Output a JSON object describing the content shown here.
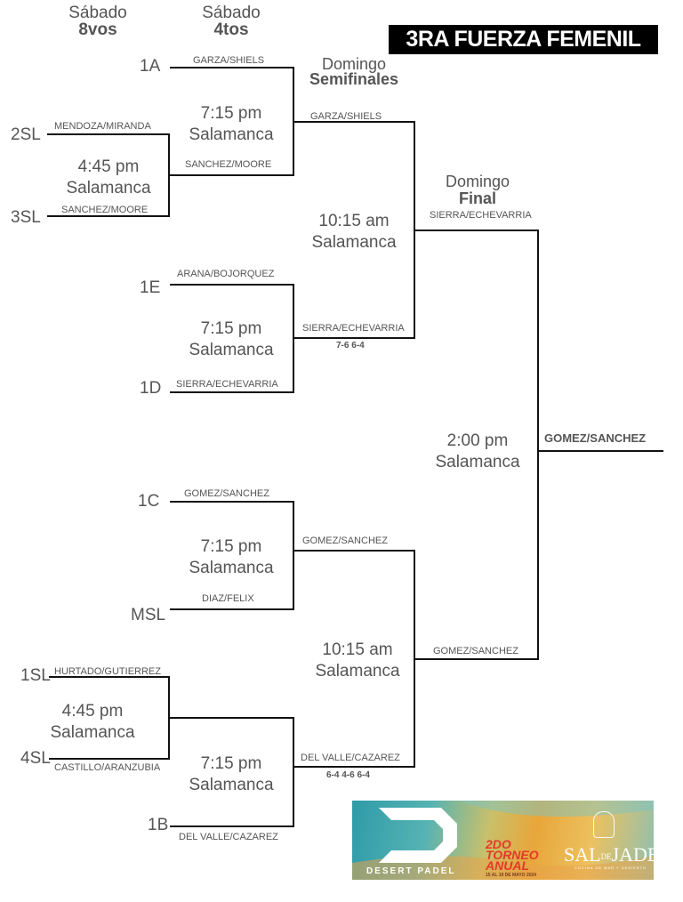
{
  "header": {
    "round1_day": "Sábado",
    "round1_name": "8vos",
    "round2_day": "Sábado",
    "round2_name": "4tos",
    "semis_day": "Domingo",
    "semis_name": "Semifinales",
    "final_day": "Domingo",
    "final_name": "Final",
    "category": "3RA FUERZA FEMENIL"
  },
  "round_of_16": [
    {
      "top_seed": "2SL",
      "top_team": "MENDOZA/MIRANDA",
      "bottom_seed": "3SL",
      "bottom_team": "SANCHEZ/MOORE",
      "time": "4:45 pm",
      "venue": "Salamanca"
    },
    {
      "top_seed": "1SL",
      "top_team": "HURTADO/GUTIERREZ",
      "bottom_seed": "4SL",
      "bottom_team": "CASTILLO/ARANZUBIA",
      "time": "4:45 pm",
      "venue": "Salamanca"
    }
  ],
  "quarterfinals": [
    {
      "top_seed": "1A",
      "top_team": "GARZA/SHIELS",
      "bottom_team": "SANCHEZ/MOORE",
      "time": "7:15 pm",
      "venue": "Salamanca"
    },
    {
      "top_seed": "1E",
      "top_team": "ARANA/BOJORQUEZ",
      "bottom_seed": "1D",
      "bottom_team": "SIERRA/ECHEVARRIA",
      "time": "7:15 pm",
      "venue": "Salamanca"
    },
    {
      "top_seed": "1C",
      "top_team": "GOMEZ/SANCHEZ",
      "bottom_seed": "MSL",
      "bottom_team": "DIAZ/FELIX",
      "time": "7:15 pm",
      "venue": "Salamanca"
    },
    {
      "bottom_seed": "1B",
      "top_team": "",
      "bottom_team": "DEL VALLE/CAZAREZ",
      "time": "7:15 pm",
      "venue": "Salamanca"
    }
  ],
  "semifinals": [
    {
      "top_team": "GARZA/SHIELS",
      "bottom_team": "SIERRA/ECHEVARRIA",
      "score": "7-6 6-4",
      "time": "10:15 am",
      "venue": "Salamanca"
    },
    {
      "top_team": "GOMEZ/SANCHEZ",
      "bottom_team": "DEL VALLE/CAZAREZ",
      "score": "6-4 4-6 6-4",
      "time": "10:15 am",
      "venue": "Salamanca"
    }
  ],
  "final": {
    "top_team": "SIERRA/ECHEVARRIA",
    "bottom_team": "GOMEZ/SANCHEZ",
    "time": "2:00 pm",
    "venue": "Salamanca",
    "champion": "GOMEZ/SANCHEZ"
  },
  "banner": {
    "left_brand": "DESERT PADEL",
    "event_line1": "2DO",
    "event_line2": "TORNEO",
    "event_line3": "ANUAL",
    "event_dates": "15 AL 19 DE MAYO 2024",
    "right_brand_a": "SAL",
    "right_brand_b": "DE",
    "right_brand_c": "JADE",
    "right_tagline": "COCINA DE MAR Y DESIERTO"
  }
}
